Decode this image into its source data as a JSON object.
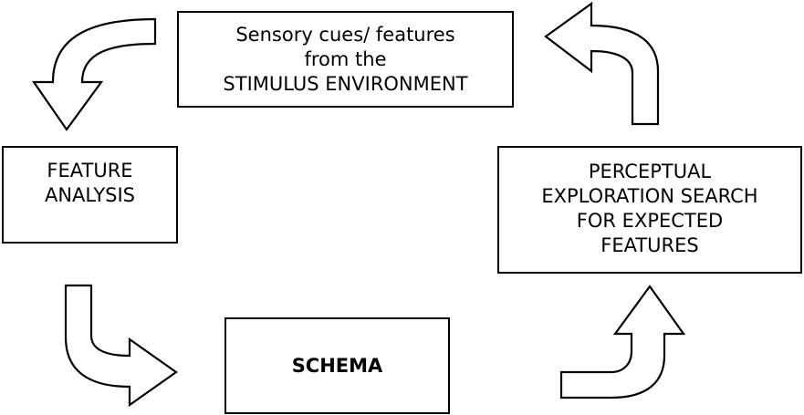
{
  "diagram": {
    "nodes": {
      "stimulus": {
        "lines": [
          "Sensory cues/ features",
          "from the",
          "STIMULUS ENVIRONMENT"
        ]
      },
      "feature_analysis": {
        "lines": [
          "FEATURE",
          "ANALYSIS"
        ]
      },
      "perceptual_exploration": {
        "lines": [
          "PERCEPTUAL",
          "EXPLORATION SEARCH",
          "FOR EXPECTED",
          "FEATURES"
        ]
      },
      "schema": {
        "label": "SCHEMA"
      }
    },
    "edges": [
      {
        "from": "stimulus",
        "to": "feature_analysis"
      },
      {
        "from": "feature_analysis",
        "to": "schema"
      },
      {
        "from": "schema",
        "to": "perceptual_exploration"
      },
      {
        "from": "perceptual_exploration",
        "to": "stimulus"
      }
    ],
    "colors": {
      "stroke": "#000000",
      "fill": "#ffffff",
      "background": "#ffffff"
    }
  }
}
